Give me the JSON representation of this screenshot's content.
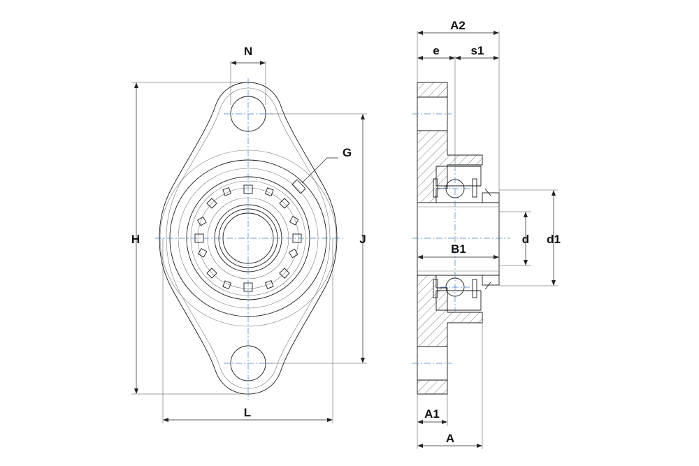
{
  "labels": {
    "N": "N",
    "G": "G",
    "H": "H",
    "J": "J",
    "L": "L",
    "A2": "A2",
    "e": "e",
    "s1": "s1",
    "B1": "B1",
    "d": "d",
    "d1": "d1",
    "A1": "A1",
    "A": "A"
  },
  "colors": {
    "centerline": "#3b7bd0",
    "outline": "#1a1a1a"
  }
}
